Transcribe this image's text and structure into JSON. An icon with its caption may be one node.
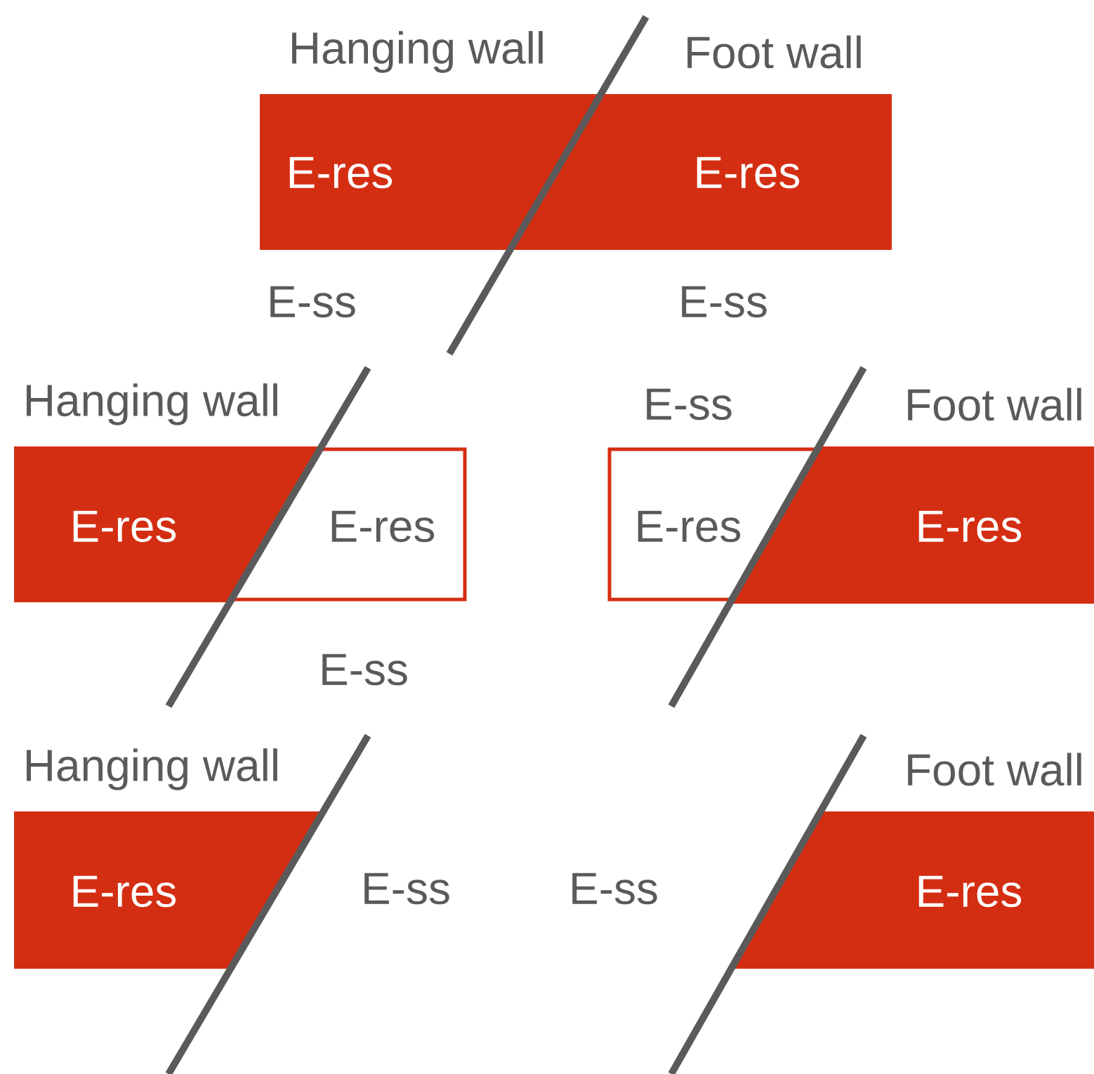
{
  "diagram": {
    "nodes": [
      {
        "text": [
          "E-res"
        ]
      },
      {
        "text": [
          "E-res"
        ]
      },
      {
        "text": [
          "E-res"
        ]
      },
      {
        "text": [
          "E-res"
        ]
      },
      {
        "text": [
          "E-res"
        ]
      },
      {
        "text": [
          "E-res"
        ]
      },
      {
        "text": [
          "E-res"
        ]
      },
      {
        "text": [
          "E-res"
        ]
      }
    ],
    "labels": [
      "Hanging wall",
      "Foot wall",
      "E-ss",
      "E-ss",
      "Hanging wall",
      "E-ss",
      "Foot wall",
      "E-ss",
      "Hanging wall",
      "Foot wall",
      "E-ss",
      "E-ss"
    ]
  }
}
